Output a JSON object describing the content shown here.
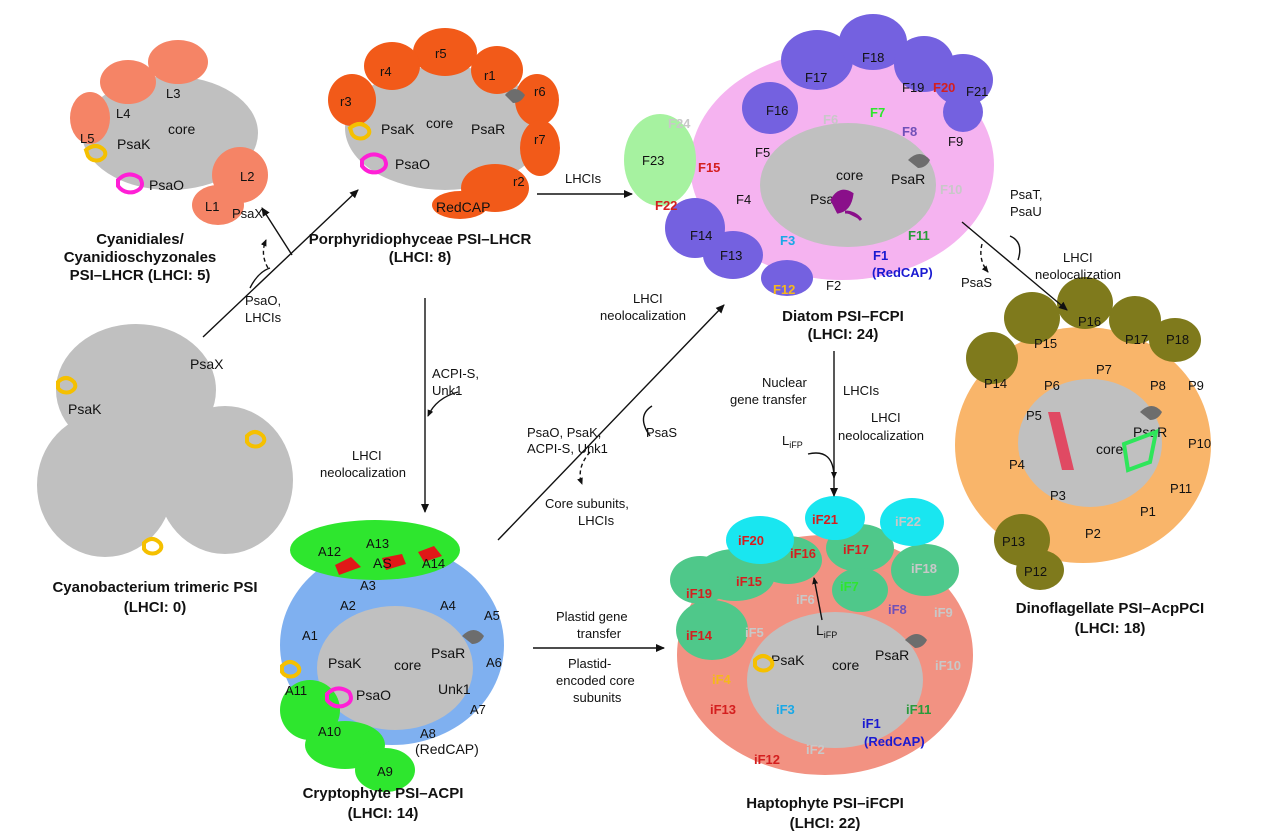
{
  "panels": {
    "cyanidiales": {
      "title1": "Cyanidiales/",
      "title2": "Cyanidioschyzonales",
      "title3": "PSI–LHCR (LHCI: 5)",
      "core": "core"
    },
    "porphyridio": {
      "title1": "Porphyridiophyceae PSI–LHCR",
      "title2": "(LHCI: 8)",
      "core": "core"
    },
    "diatom": {
      "title1": "Diatom PSI–FCPI",
      "title2": "(LHCI: 24)",
      "core": "core",
      "redcap": "(RedCAP)"
    },
    "cyano": {
      "title1": "Cyanobacterium trimeric PSI",
      "title2": "(LHCI: 0)"
    },
    "dino": {
      "title1": "Dinoflagellate PSI–AcpPCI",
      "title2": "(LHCI: 18)",
      "core": "core"
    },
    "crypto": {
      "title1": "Cryptophyte PSI–ACPI",
      "title2": "(LHCI: 14)",
      "core": "core",
      "redcap": "(RedCAP)"
    },
    "hapto": {
      "title1": "Haptophyte PSI–iFCPI",
      "title2": "(LHCI: 22)",
      "core": "core",
      "redcap": "(RedCAP)"
    }
  },
  "subunits": {
    "psak": "PsaK",
    "psao": "PsaO",
    "psar": "PsaR",
    "psax": "PsaX",
    "psas": "PsaS",
    "redcap": "RedCAP",
    "as": "AS",
    "unk1": "Unk1",
    "lifp": "L",
    "lifp_sub": "iFP"
  },
  "annotations": {
    "psax": "PsaX",
    "psao_lhcis_1": "PsaO,",
    "psao_lhcis_2": "LHCIs",
    "lhcis_top": "LHCIs",
    "acpi_1": "ACPI-S,",
    "acpi_2": "Unk1",
    "lhci_neo_1": "LHCI",
    "lhci_neo_2": "neolocalization",
    "loss_1": "PsaO, PsaK,",
    "loss_2": "ACPI-S, Unk1",
    "psas": "PsaS",
    "core_sub_1": "Core subunits,",
    "core_sub_2": "LHCIs",
    "mid_neo_1": "LHCI",
    "mid_neo_2": "neolocalization",
    "nuclear_1": "Nuclear",
    "nuclear_2": "gene transfer",
    "lhcis_diatom": "LHCIs",
    "lifp_main": "L",
    "lifp_sub": "iFP",
    "hapto_neo_1": "LHCI",
    "hapto_neo_2": "neolocalization",
    "psat_1": "PsaT,",
    "psat_2": "PsaU",
    "psas_right": "PsaS",
    "dino_neo_1": "LHCI",
    "dino_neo_2": "neolocalization",
    "plastid_1": "Plastid gene",
    "plastid_2": "transfer",
    "plastid_3": "Plastid-",
    "plastid_4": "encoded core",
    "plastid_5": "subunits"
  },
  "colors": {
    "core": "#c0c0c0",
    "cyanidiales_lhc": "#f58466",
    "porphyridio_lhc": "#f25a19",
    "diatom_pink": "#f5b3f0",
    "diatom_purple": "#7461e0",
    "diatom_green": "#a6f2a0",
    "dino_orange": "#f9b56a",
    "dino_olive": "#7f7a1c",
    "crypto_blue": "#7fb0f0",
    "crypto_green": "#2ee62e",
    "hapto_salmon": "#f29282",
    "hapto_green": "#4fc88a",
    "hapto_cyan": "#19e6f0",
    "psak": "#f5c000",
    "psao": "#ff1fd6",
    "psar": "#6d6d6d",
    "red_label": "#d41f1f",
    "blue_label": "#1a1ad1",
    "cyan_label": "#19a8e6",
    "green_label": "#2ee62e",
    "gold_label": "#f5b81c",
    "gray_label": "#c8c8c8",
    "violet_label": "#7050b8"
  },
  "lhc_labels": {
    "cyanidiales": [
      "L1",
      "L2",
      "L3",
      "L4",
      "L5"
    ],
    "porphyridio": [
      "r1",
      "r2",
      "r3",
      "r4",
      "r5",
      "r6",
      "r7"
    ],
    "diatom": [
      "F1",
      "F2",
      "F3",
      "F4",
      "F5",
      "F6",
      "F7",
      "F8",
      "F9",
      "F10",
      "F11",
      "F12",
      "F13",
      "F14",
      "F15",
      "F16",
      "F17",
      "F18",
      "F19",
      "F20",
      "F21",
      "F22",
      "F23",
      "F24"
    ],
    "dino": [
      "P1",
      "P2",
      "P3",
      "P4",
      "P5",
      "P6",
      "P7",
      "P8",
      "P9",
      "P10",
      "P11",
      "P12",
      "P13",
      "P14",
      "P15",
      "P16",
      "P17",
      "P18"
    ],
    "crypto": [
      "A1",
      "A2",
      "A3",
      "A4",
      "A5",
      "A6",
      "A7",
      "A8",
      "A9",
      "A10",
      "A11",
      "A12",
      "A13",
      "A14"
    ],
    "hapto": [
      "iF1",
      "iF2",
      "iF3",
      "iF4",
      "iF5",
      "iF6",
      "iF7",
      "iF8",
      "iF9",
      "iF10",
      "iF11",
      "iF12",
      "iF13",
      "iF14",
      "iF15",
      "iF16",
      "iF17",
      "iF18",
      "iF19",
      "iF20",
      "iF21",
      "iF22"
    ]
  }
}
